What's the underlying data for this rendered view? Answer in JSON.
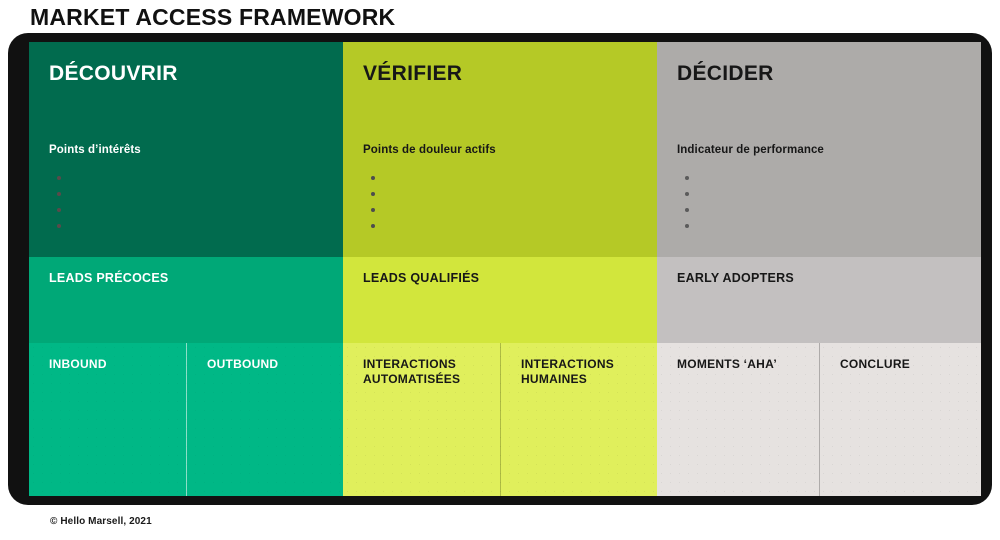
{
  "page_title": "MARKET ACCESS FRAMEWORK",
  "footer": "© Hello Marsell, 2021",
  "colors": {
    "frame": "#111111",
    "discover_top": "#016B4E",
    "discover_mid": "#00A877",
    "discover_bottom": "#00B886",
    "verify_top": "#B5C926",
    "verify_mid": "#D2E63C",
    "verify_bottom": "#E0EF5C",
    "decide_top": "#ADABA9",
    "decide_mid": "#C3C0C0",
    "decide_bottom": "#E6E2E0",
    "page_background": "#FFFFFF",
    "title_text": "#111111"
  },
  "columns": [
    {
      "key": "discover",
      "stage_title": "DÉCOUVRIR",
      "block_heading": "Points d’intérêts",
      "bullets": [
        "",
        "",
        "",
        ""
      ],
      "band_label": "LEADS PRÉCOCES",
      "sub_cells": [
        {
          "label": "INBOUND"
        },
        {
          "label": "OUTBOUND"
        }
      ]
    },
    {
      "key": "verify",
      "stage_title": "VÉRIFIER",
      "block_heading": "Points de douleur actifs",
      "bullets": [
        "",
        "",
        "",
        ""
      ],
      "band_label": "LEADS QUALIFIÉS",
      "sub_cells": [
        {
          "label": "INTERACTIONS AUTOMATISÉES"
        },
        {
          "label": "INTERACTIONS HUMAINES"
        }
      ]
    },
    {
      "key": "decide",
      "stage_title": "DÉCIDER",
      "block_heading": "Indicateur de performance",
      "bullets": [
        "",
        "",
        "",
        ""
      ],
      "band_label": "EARLY ADOPTERS",
      "sub_cells": [
        {
          "label": "MOMENTS ‘AHA’"
        },
        {
          "label": "CONCLURE"
        }
      ]
    }
  ]
}
